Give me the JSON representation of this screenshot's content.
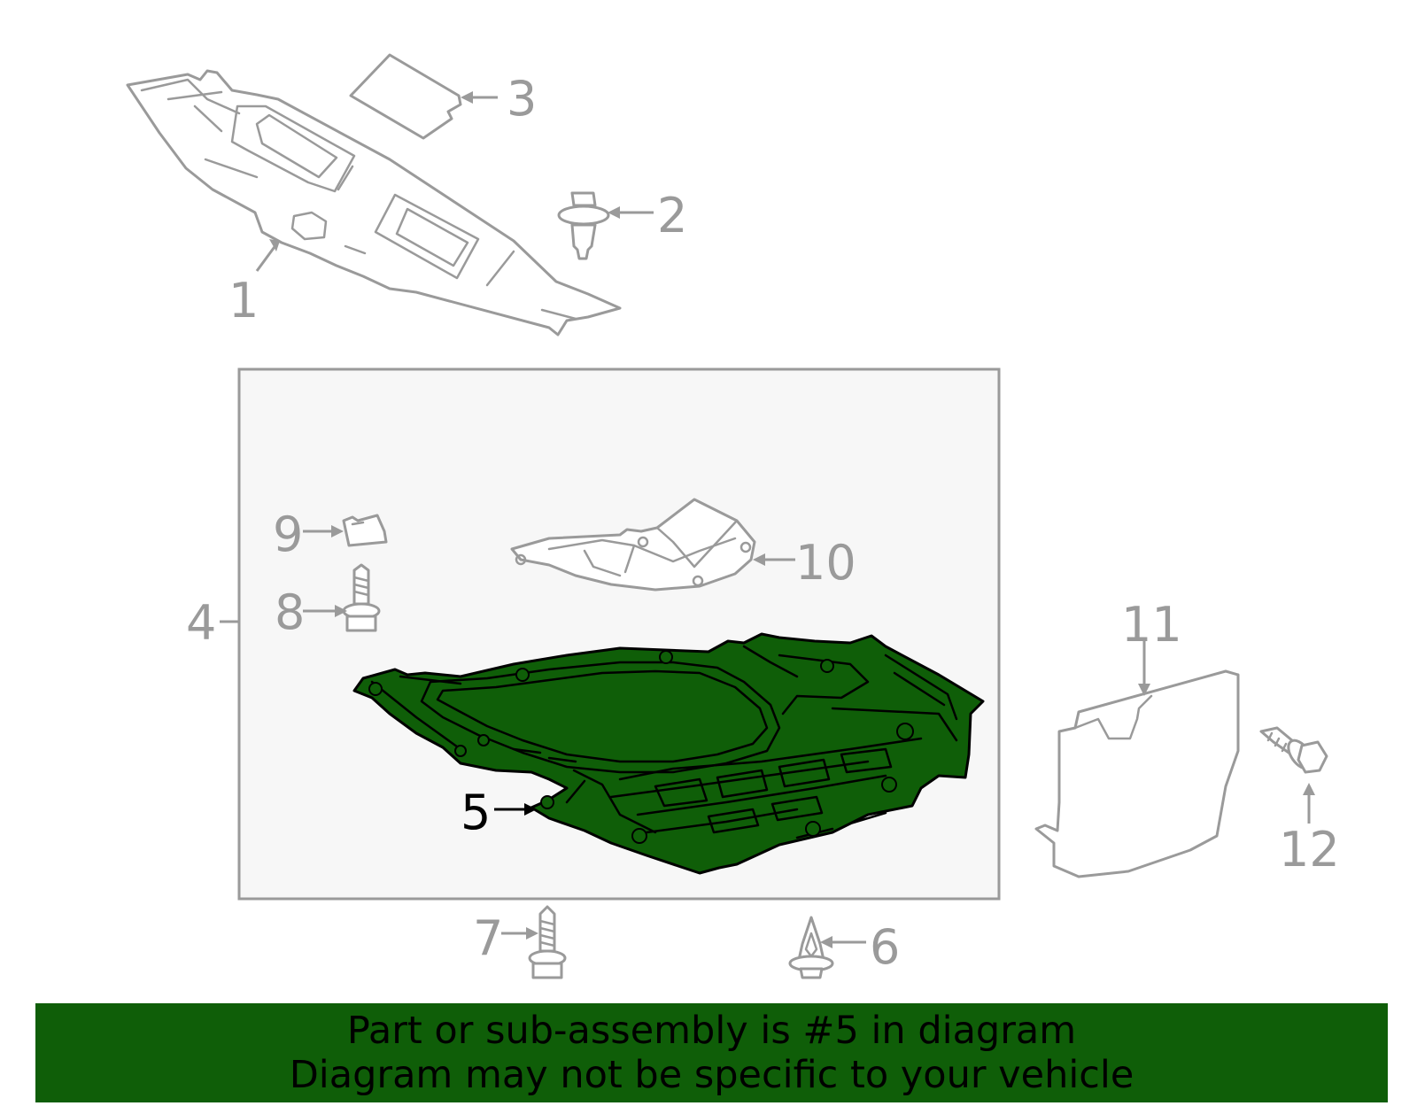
{
  "diagram": {
    "callouts": {
      "p1": "1",
      "p2": "2",
      "p3": "3",
      "p4": "4",
      "p5": "5",
      "p6": "6",
      "p7": "7",
      "p8": "8",
      "p9": "9",
      "p10": "10",
      "p11": "11",
      "p12": "12"
    },
    "highlight_color": "#0f5e08",
    "line_color": "#9a9a9a"
  },
  "banner": {
    "line1": "Part or sub-assembly is #5 in diagram",
    "line2": "Diagram may not be specific to your vehicle",
    "background": "#0f5e08"
  }
}
